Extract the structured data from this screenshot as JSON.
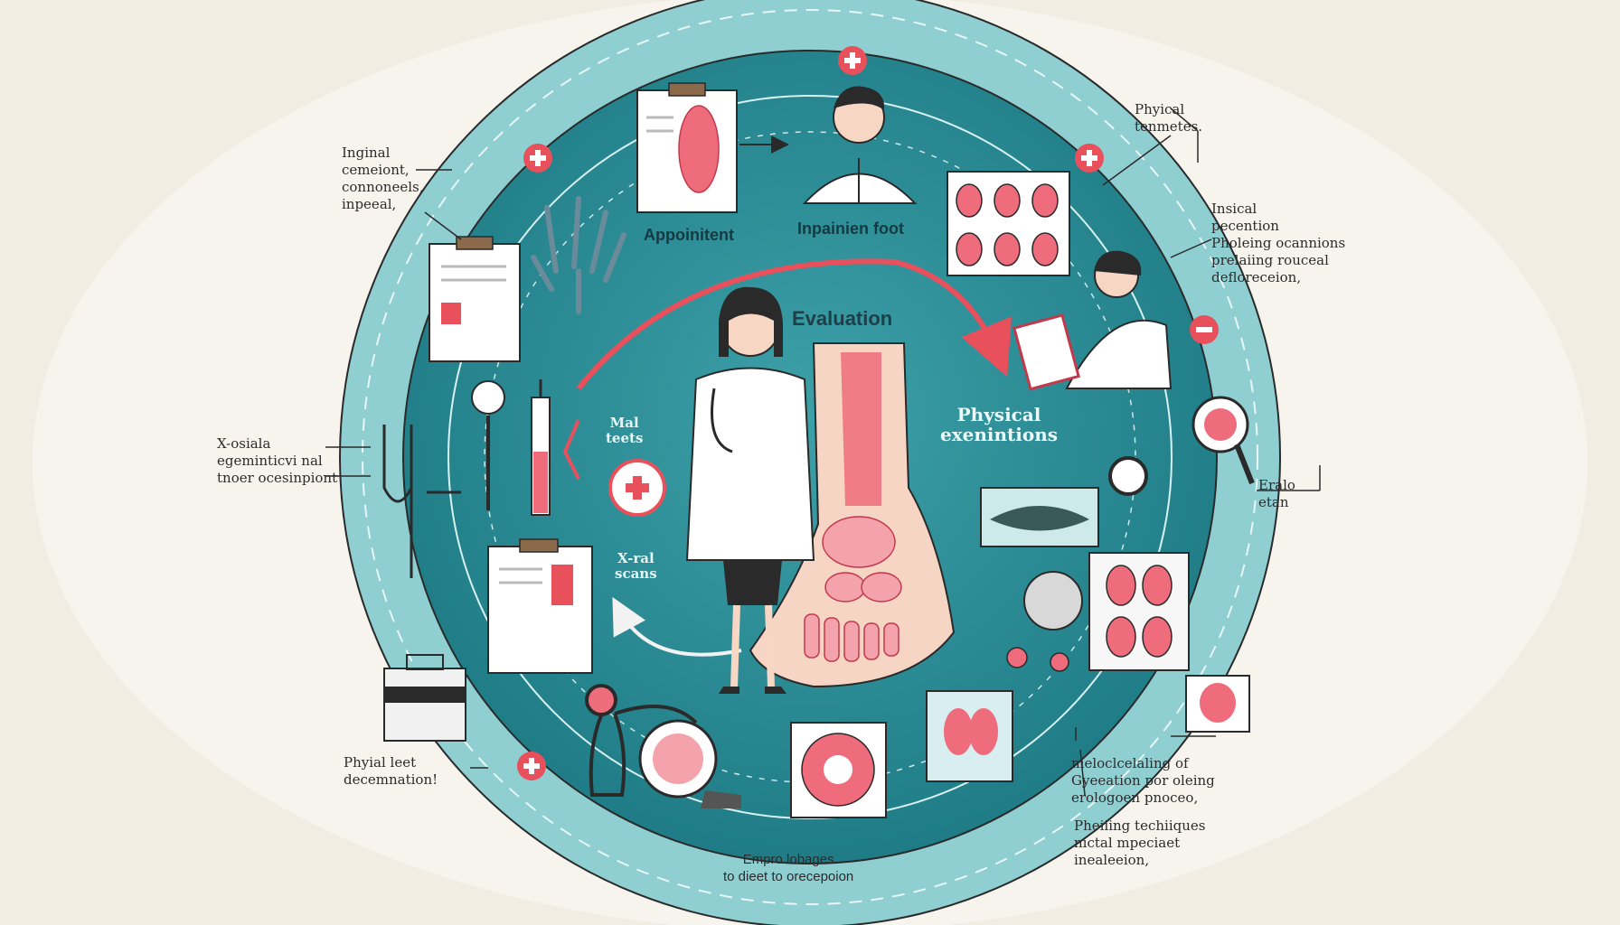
{
  "center": {
    "title": "Evaluation"
  },
  "stages": {
    "appointment": "Appoinitent",
    "inpainment_foot": "Inpainien foot",
    "physical_exam": "Physical\nexenintions",
    "meal_tests": "Mal\nteets",
    "xray_scans": "X-ral\nscans"
  },
  "callouts": {
    "top_left": "Inginal\ncemeiont,\nconnoneels,\ninpeeal,",
    "top_right": "Phyical\ntenmetes.",
    "right_mid": "Insical\npecention\nPholeing ocannions\nprelaiing rouceal\ndefloreceion,",
    "left_mid": "X-osiala\negeminticvi nal\ntnoer ocesinpiont",
    "right_lower": "Eralo\netan",
    "bottom_left": "Phyial leet\ndecemnation!",
    "bottom_right_1": "nieloclcelaling of\nGyeeation por oleing\nerologoen pnoceo,",
    "bottom_right_2": "Pheiiing techiiques\nnictal mpeciaet\ninealeeion,",
    "bottom_center": "Empro lobages\nto dieet to orecepoion"
  },
  "colors": {
    "background": "#f1ede2",
    "outer_ring": "#8fcfd1",
    "inner_disc": "#2e8a93",
    "accent_red": "#e8505b",
    "dark_outline": "#2a2a2a"
  },
  "icons": [
    "medical-cross-icon",
    "clipboard-icon",
    "hand-bones-icon",
    "foot-xray-icon",
    "doctor-icon",
    "stethoscope-icon",
    "syringe-icon",
    "reflex-hammer-icon",
    "scan-panel-icon",
    "magnifier-icon",
    "briefcase-icon"
  ]
}
